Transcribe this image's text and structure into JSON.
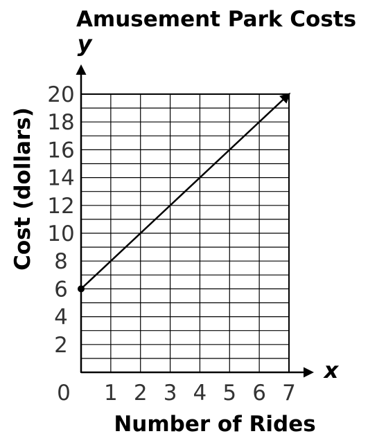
{
  "chart_data": {
    "type": "line",
    "title": "Amusement Park Costs",
    "xlabel": "Number of Rides",
    "ylabel": "Cost (dollars)",
    "x_axis_var": "x",
    "y_axis_var": "y",
    "xlim": [
      0,
      7
    ],
    "ylim": [
      0,
      20
    ],
    "grid": true,
    "origin_label": "0",
    "x_ticks": [
      "1",
      "2",
      "3",
      "4",
      "5",
      "6",
      "7"
    ],
    "y_ticks": [
      "2",
      "4",
      "6",
      "8",
      "10",
      "12",
      "14",
      "16",
      "18",
      "20"
    ],
    "series": [
      {
        "x": [
          0,
          7
        ],
        "y": [
          6,
          20
        ],
        "start_marker": "dot",
        "end_marker": "arrow"
      }
    ]
  }
}
